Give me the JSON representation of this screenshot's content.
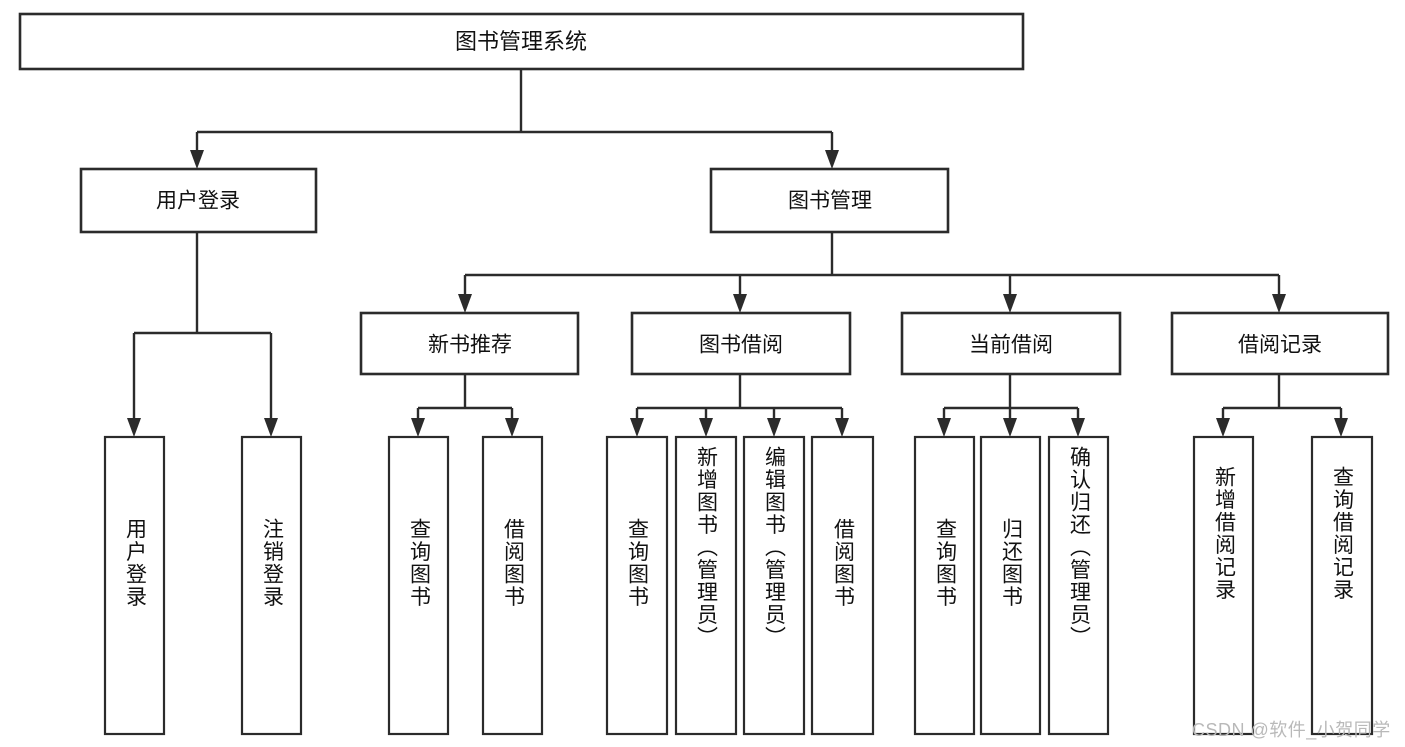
{
  "diagram": {
    "title": "图书管理系统",
    "type": "tree",
    "orientation": "top-down",
    "colors": {
      "box_stroke": "#2b2b2b",
      "box_fill": "#ffffff",
      "connector": "#2b2b2b",
      "text": "#111111",
      "watermark": "#b9b9b9",
      "background": "#ffffff"
    },
    "levels": {
      "root": {
        "label": "图书管理系统"
      },
      "level2": [
        {
          "label": "用户登录"
        },
        {
          "label": "图书管理"
        }
      ],
      "level3": [
        {
          "label": "新书推荐"
        },
        {
          "label": "图书借阅"
        },
        {
          "label": "当前借阅"
        },
        {
          "label": "借阅记录"
        }
      ],
      "level4": [
        {
          "label": "用户登录",
          "parent": "用户登录"
        },
        {
          "label": "注销登录",
          "parent": "用户登录"
        },
        {
          "label": "查询图书",
          "parent": "新书推荐"
        },
        {
          "label": "借阅图书",
          "parent": "新书推荐"
        },
        {
          "label": "查询图书",
          "parent": "图书借阅"
        },
        {
          "label": "新增图书（管理员）",
          "parent": "图书借阅"
        },
        {
          "label": "编辑图书（管理员）",
          "parent": "图书借阅"
        },
        {
          "label": "借阅图书",
          "parent": "图书借阅"
        },
        {
          "label": "查询图书",
          "parent": "当前借阅"
        },
        {
          "label": "归还图书",
          "parent": "当前借阅"
        },
        {
          "label": "确认归还（管理员）",
          "parent": "当前借阅"
        },
        {
          "label": "新增借阅记录",
          "parent": "借阅记录"
        },
        {
          "label": "查询借阅记录",
          "parent": "借阅记录"
        }
      ]
    },
    "watermark": "CSDN @软件_小贺同学"
  }
}
